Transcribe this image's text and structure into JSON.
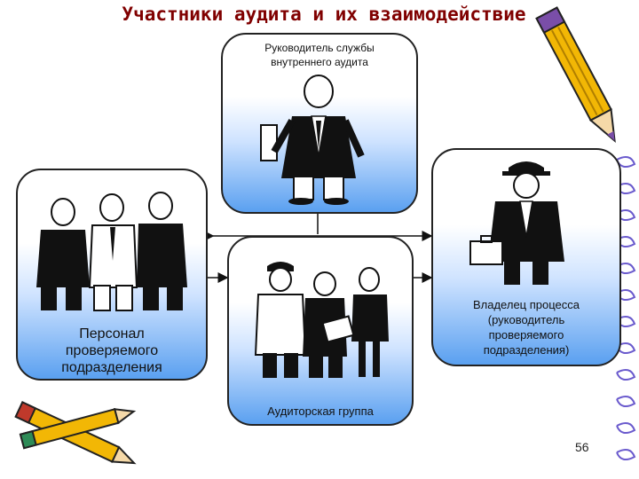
{
  "title": "Участники аудита и их взаимодействие",
  "cards": {
    "head": {
      "label_line1": "Руководитель службы",
      "label_line2": "внутреннего аудита"
    },
    "staff": {
      "label_line1": "Персонал",
      "label_line2": "проверяемого",
      "label_line3": "подразделения"
    },
    "audit_group": {
      "label": "Аудиторская группа"
    },
    "owner": {
      "label_line1": "Владелец процесса",
      "label_line2": "(руководитель",
      "label_line3": "проверяемого",
      "label_line4": "подразделения)"
    }
  },
  "page_number": "56",
  "colors": {
    "title": "#800000",
    "card_gradient_bottom": "#5aa0f0",
    "border": "#222222",
    "pencil": "#f2b705"
  },
  "icons": [
    "pencil-icon",
    "crossed-pencils-icon",
    "spiral-binding-icon"
  ]
}
